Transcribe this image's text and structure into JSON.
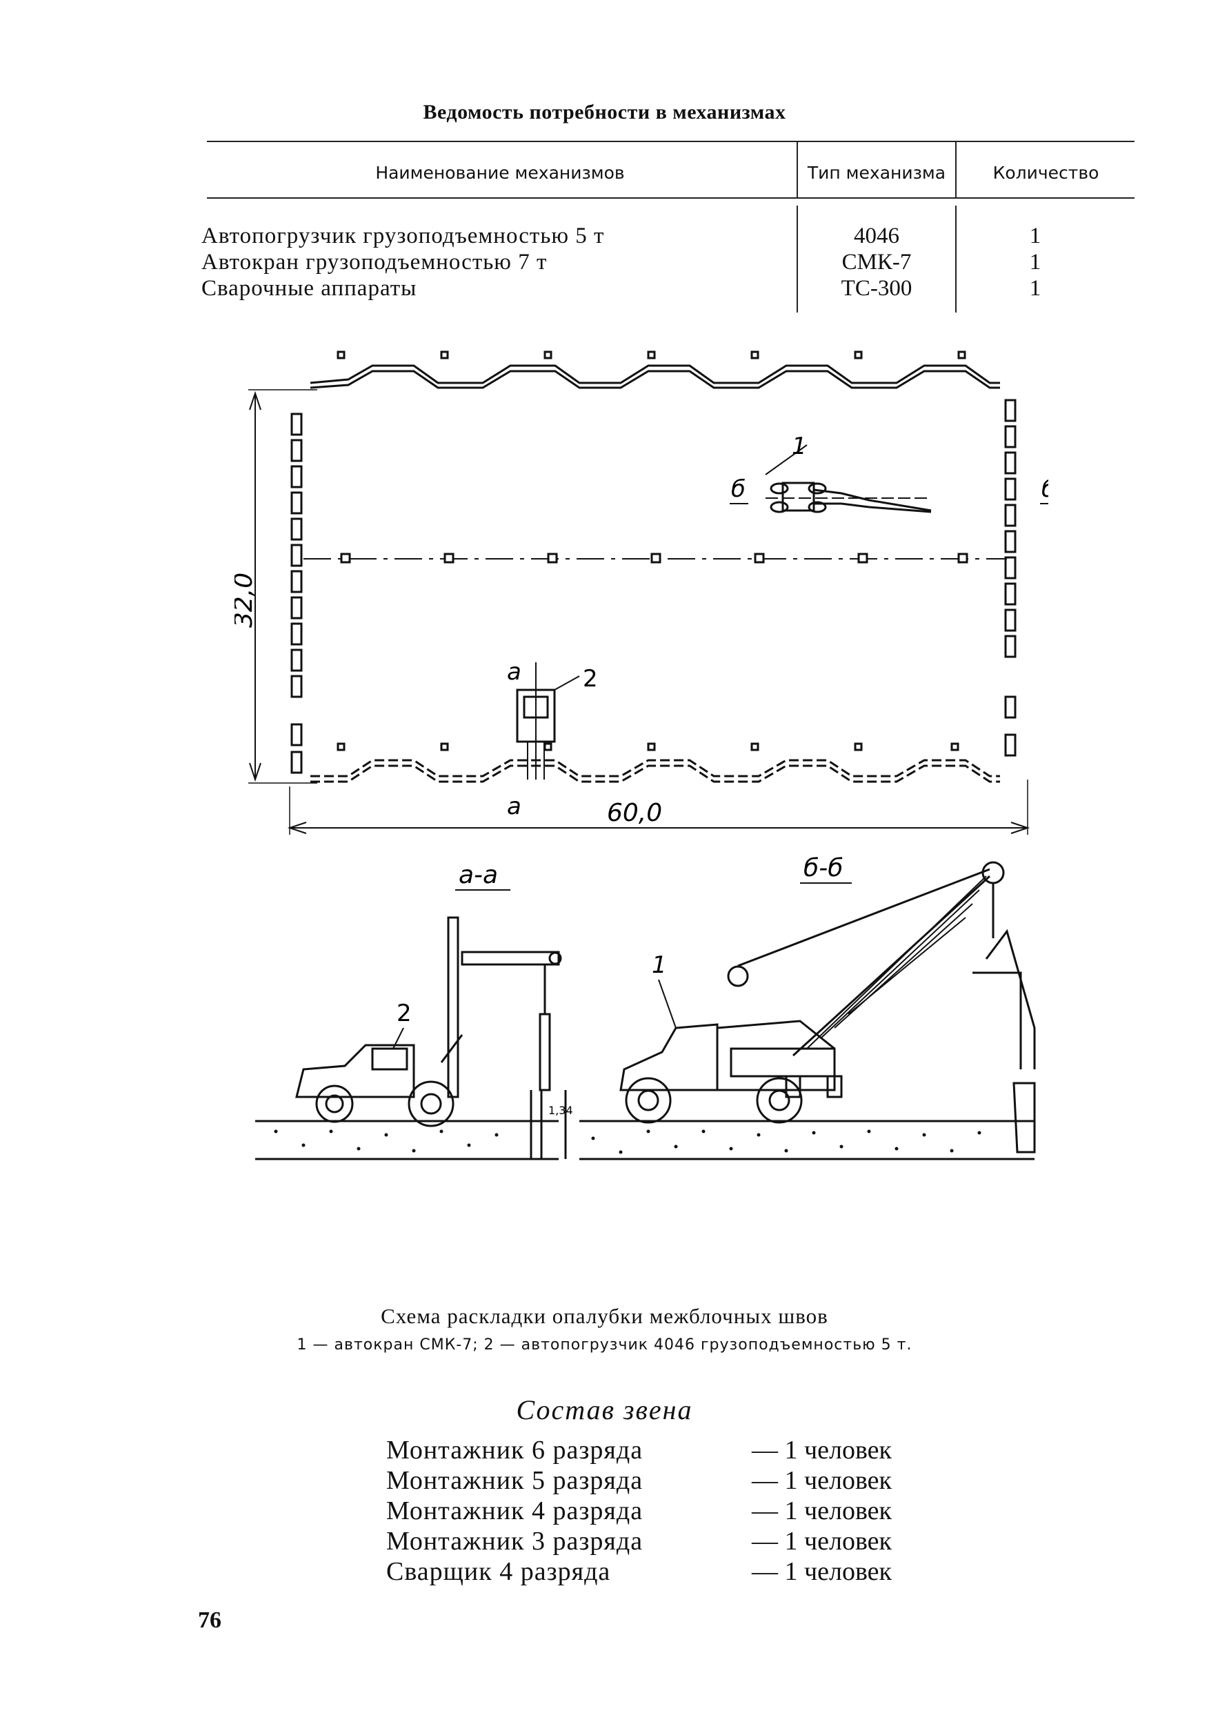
{
  "table": {
    "title": "Ведомость потребности в механизмах",
    "headers": [
      "Наименование механизмов",
      "Тип механизма",
      "Количество"
    ],
    "rows": [
      {
        "name": "Автопогрузчик грузоподъемностью 5 т",
        "type": "4046",
        "qty": "1"
      },
      {
        "name": "Автокран грузоподъемностью 7 т",
        "type": "СМК-7",
        "qty": "1"
      },
      {
        "name": "Сварочные аппараты",
        "type": "ТС-300",
        "qty": "1"
      }
    ]
  },
  "figure": {
    "dim_vertical": "32,0",
    "dim_horizontal": "60,0",
    "cut_a": "а",
    "cut_b": "б",
    "marker_1": "1",
    "marker_2": "2",
    "section_a": "а-а",
    "section_b": "б-б",
    "small_dim": "1,34"
  },
  "caption": "Схема раскладки опалубки межблочных швов",
  "legend": "1 — автокран СМК-7; 2 — автопогрузчик 4046 грузоподъемностью 5 т.",
  "crew": {
    "title": "Состав звена",
    "members": [
      {
        "role": "Монтажник 6 разряда",
        "count": "— 1 человек"
      },
      {
        "role": "Монтажник 5 разряда",
        "count": "— 1 человек"
      },
      {
        "role": "Монтажник 4 разряда",
        "count": "— 1 человек"
      },
      {
        "role": "Монтажник 3 разряда",
        "count": "— 1 человек"
      },
      {
        "role": "Сварщик 4 разряда",
        "count": "— 1 человек"
      }
    ]
  },
  "page_number": "76"
}
